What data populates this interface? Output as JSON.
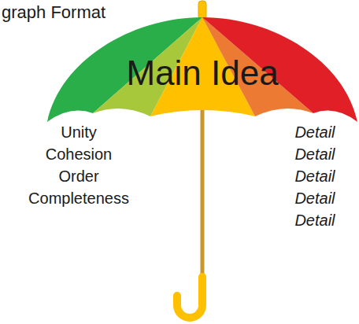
{
  "diagram": {
    "title": "graph Format",
    "nodes": [
      {
        "text": [
          "Main Idea"
        ]
      }
    ],
    "labels": [
      "Unity",
      "Cohesion",
      "Order",
      "Completeness",
      "Detail",
      "Detail",
      "Detail",
      "Detail",
      "Detail"
    ]
  }
}
